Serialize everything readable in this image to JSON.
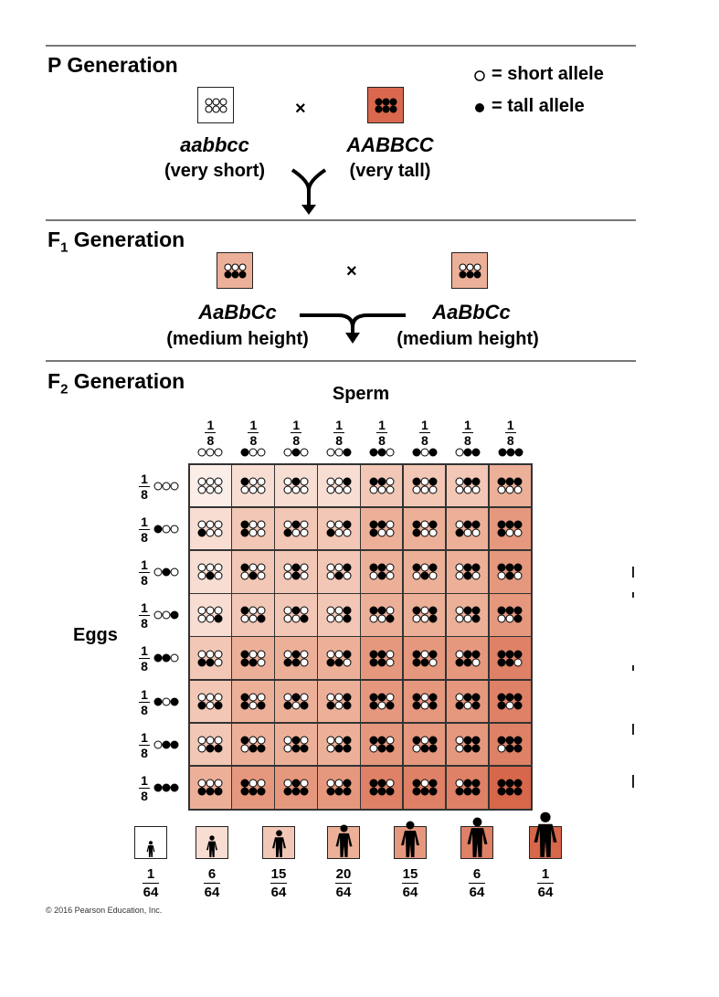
{
  "legend": {
    "short_label": "= short allele",
    "tall_label": "= tall allele"
  },
  "p_generation": {
    "heading": "P Generation",
    "cross_symbol": "×",
    "parent1": {
      "genotype": "aabbcc",
      "phenotype": "(very short)",
      "tall_alleles": 0,
      "color": "#ffffff"
    },
    "parent2": {
      "genotype": "AABBCC",
      "phenotype": "(very tall)",
      "tall_alleles": 6,
      "color": "#d9684e"
    }
  },
  "f1_generation": {
    "heading_prefix": "F",
    "heading_sub": "1",
    "heading_suffix": " Generation",
    "cross_symbol": "×",
    "parent1": {
      "genotype": "AaBbCc",
      "phenotype": "(medium height)",
      "tall_alleles": 3
    },
    "parent2": {
      "genotype": "AaBbCc",
      "phenotype": "(medium height)",
      "tall_alleles": 3
    }
  },
  "f2_generation": {
    "heading_prefix": "F",
    "heading_sub": "2",
    "heading_suffix": " Generation",
    "sperm_label": "Sperm",
    "eggs_label": "Eggs",
    "gamete_fraction": {
      "num": "1",
      "den": "8"
    },
    "gametes": [
      {
        "alleles": [
          0,
          0,
          0
        ]
      },
      {
        "alleles": [
          1,
          0,
          0
        ]
      },
      {
        "alleles": [
          0,
          1,
          0
        ]
      },
      {
        "alleles": [
          0,
          0,
          1
        ]
      },
      {
        "alleles": [
          1,
          1,
          0
        ]
      },
      {
        "alleles": [
          1,
          0,
          1
        ]
      },
      {
        "alleles": [
          0,
          1,
          1
        ]
      },
      {
        "alleles": [
          1,
          1,
          1
        ]
      }
    ],
    "cell_colors": [
      "#fbeee8",
      "#f7ddd2",
      "#f2c7b6",
      "#ecb099",
      "#e5987e",
      "#de8166",
      "#d7674b"
    ]
  },
  "phenotype_distribution": [
    {
      "tall_alleles": 0,
      "num": "1",
      "den": "64"
    },
    {
      "tall_alleles": 1,
      "num": "6",
      "den": "64"
    },
    {
      "tall_alleles": 2,
      "num": "15",
      "den": "64"
    },
    {
      "tall_alleles": 3,
      "num": "20",
      "den": "64"
    },
    {
      "tall_alleles": 4,
      "num": "15",
      "den": "64"
    },
    {
      "tall_alleles": 5,
      "num": "6",
      "den": "64"
    },
    {
      "tall_alleles": 6,
      "num": "1",
      "den": "64"
    }
  ],
  "copyright": "© 2016 Pearson Education, Inc."
}
